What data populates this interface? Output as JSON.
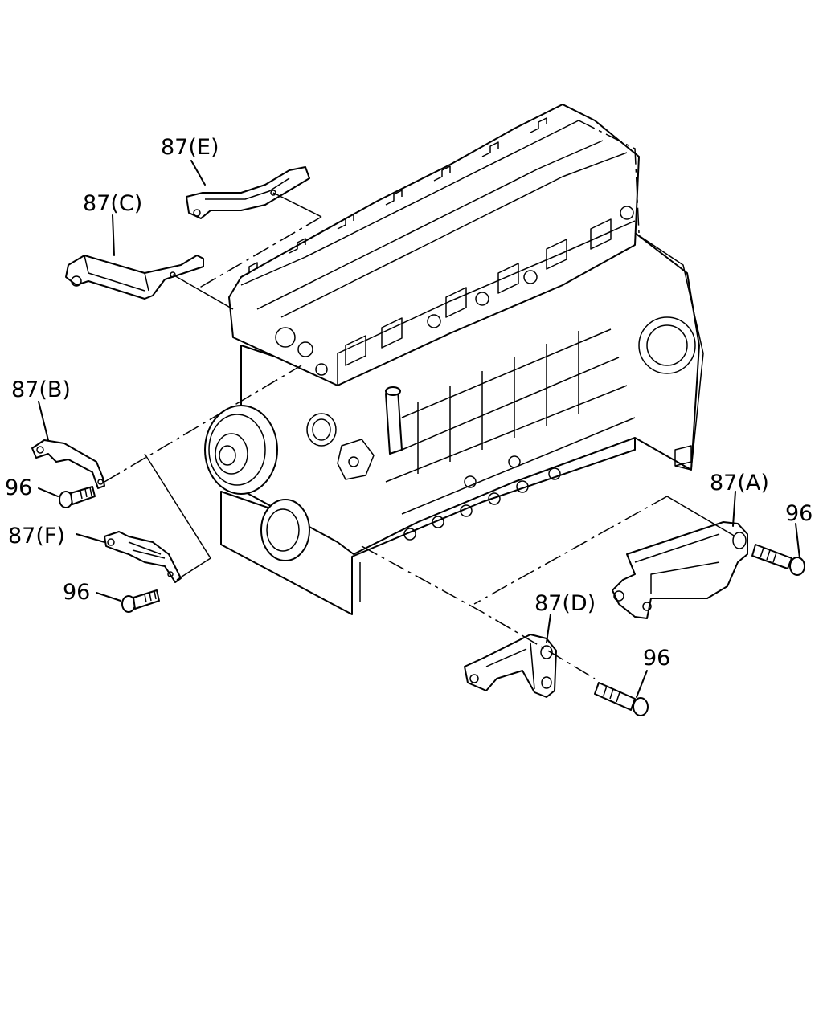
{
  "callouts": {
    "e": "87(E)",
    "c": "87(C)",
    "b": "87(B)",
    "f": "87(F)",
    "a": "87(A)",
    "d": "87(D)",
    "bolt": "96"
  }
}
